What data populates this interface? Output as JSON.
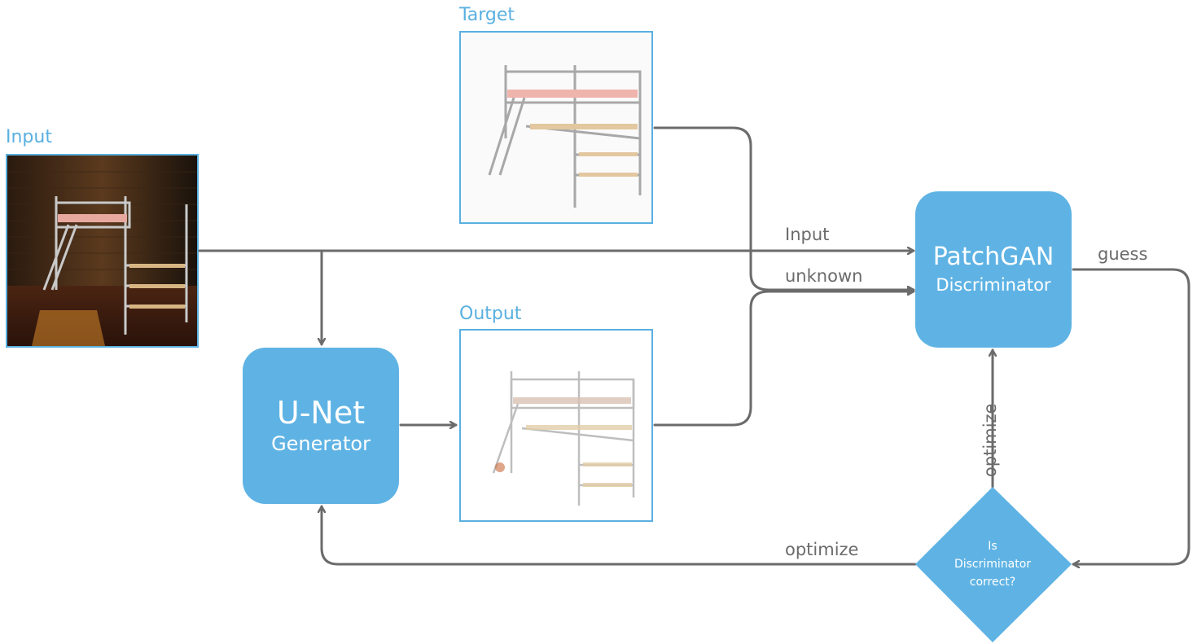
{
  "captions": {
    "input": "Input",
    "target": "Target",
    "output": "Output"
  },
  "generator": {
    "title": "U-Net",
    "subtitle": "Generator"
  },
  "discriminator": {
    "title": "PatchGAN",
    "subtitle": "Discriminator"
  },
  "decision": {
    "line1": "Is",
    "line2": "Discriminator",
    "line3": "correct?"
  },
  "edge_labels": {
    "input": "Input",
    "unknown": "unknown",
    "guess": "guess",
    "optimize_discriminator": "optimize",
    "optimize_generator": "optimize"
  },
  "colors": {
    "node": "#5fb3e4",
    "frame": "#5ab0e0",
    "arrow": "#6b6b6b"
  }
}
